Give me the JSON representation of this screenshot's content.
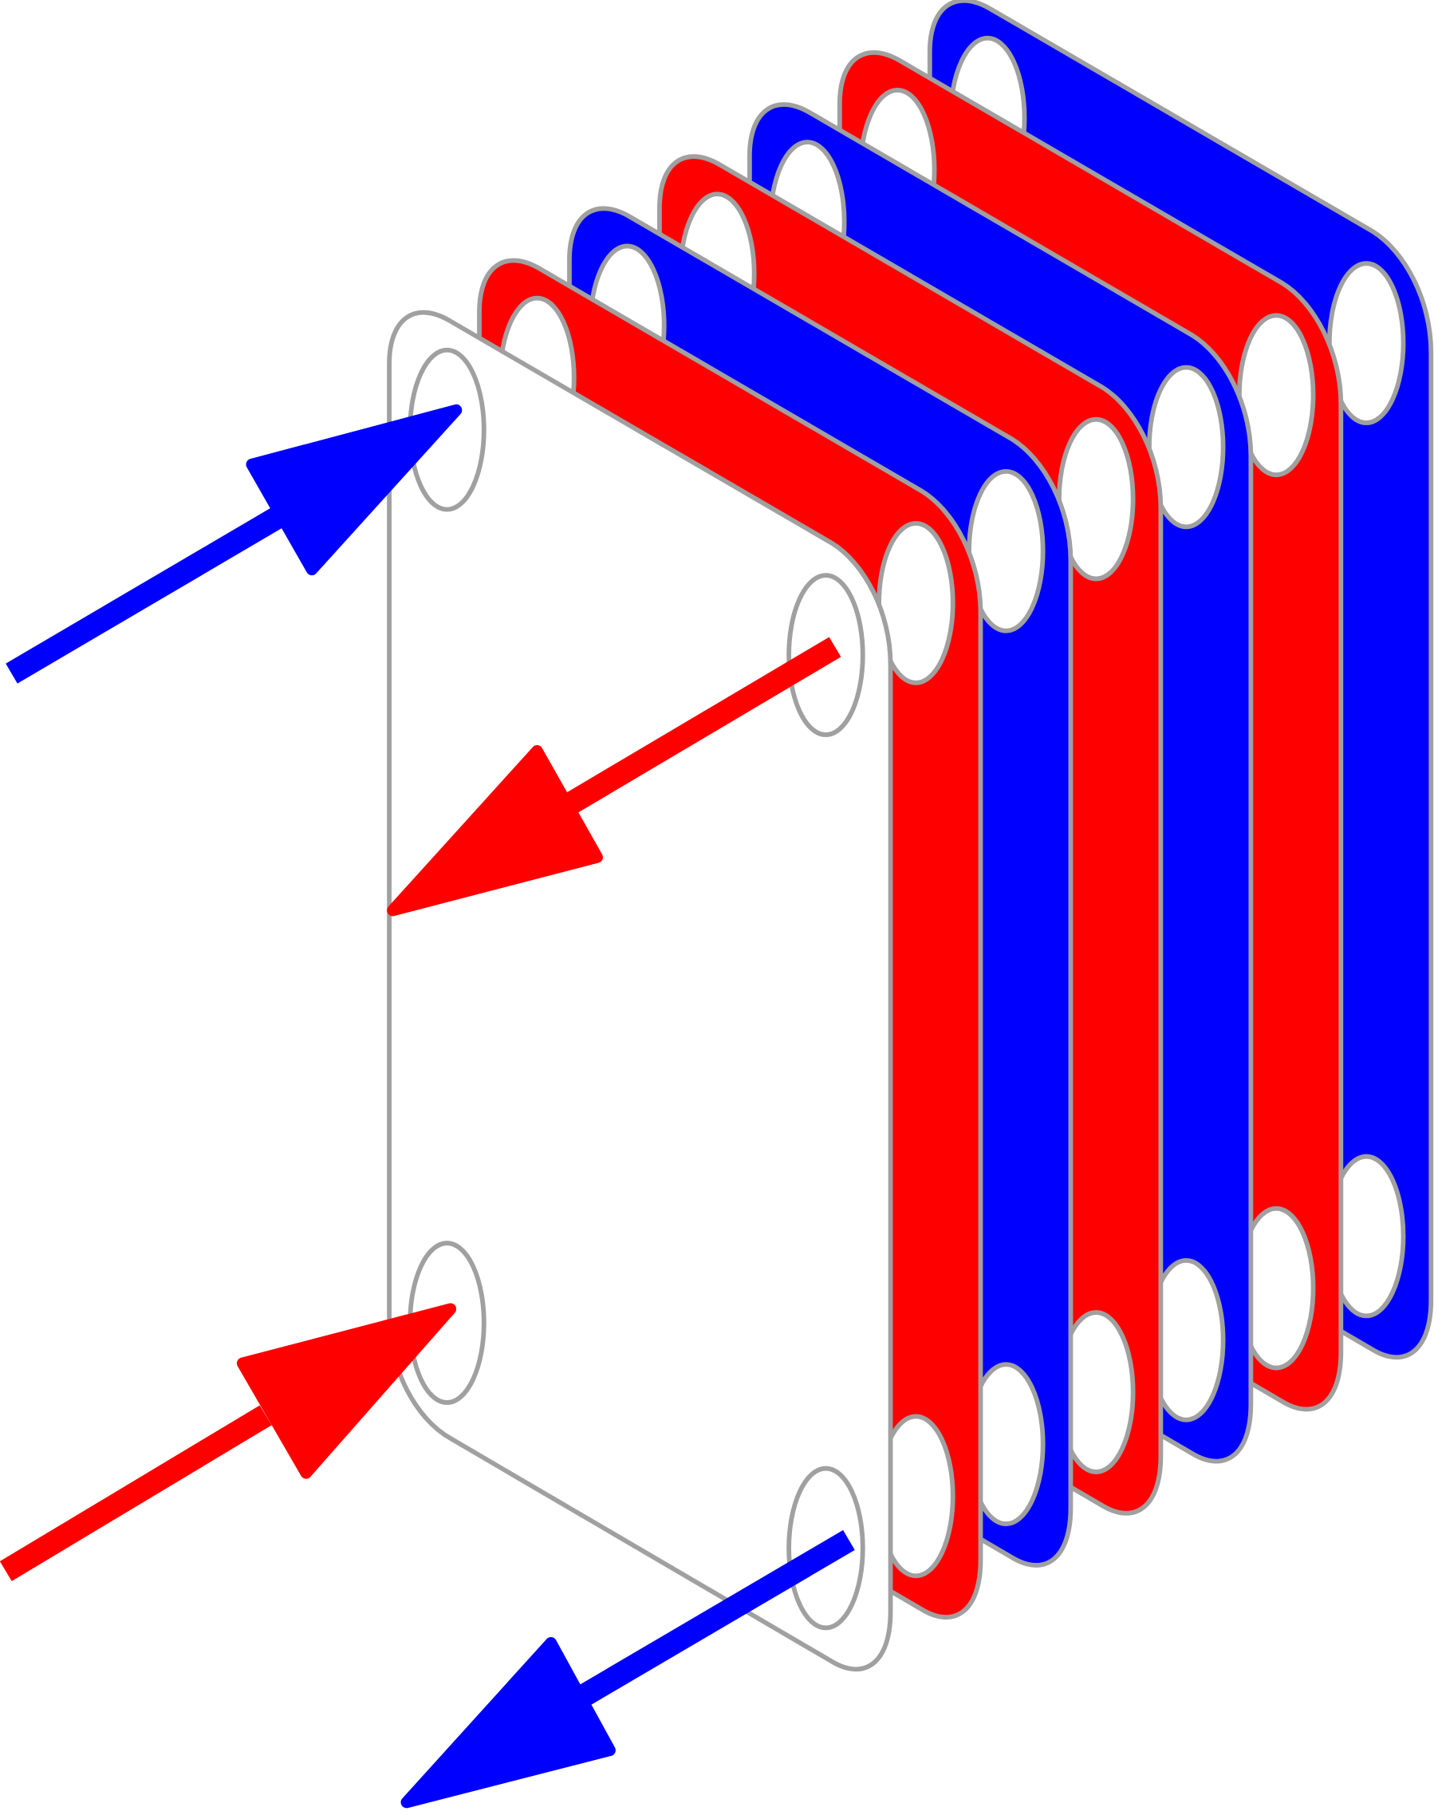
{
  "diagram": {
    "subject": "plate-heat-exchanger",
    "plate_sequence_front_to_back": [
      "white",
      "red",
      "blue",
      "red",
      "blue",
      "red",
      "blue"
    ],
    "flows": [
      {
        "name": "cold-inlet",
        "color": "blue",
        "direction": "in"
      },
      {
        "name": "hot-outlet",
        "color": "red",
        "direction": "out"
      },
      {
        "name": "hot-inlet",
        "color": "red",
        "direction": "in"
      },
      {
        "name": "cold-outlet",
        "color": "blue",
        "direction": "out"
      }
    ]
  },
  "colors": {
    "hot": "#ff0000",
    "cold": "#0000ff",
    "front_plate": "#ffffff",
    "outline": "#a0a0a0"
  }
}
